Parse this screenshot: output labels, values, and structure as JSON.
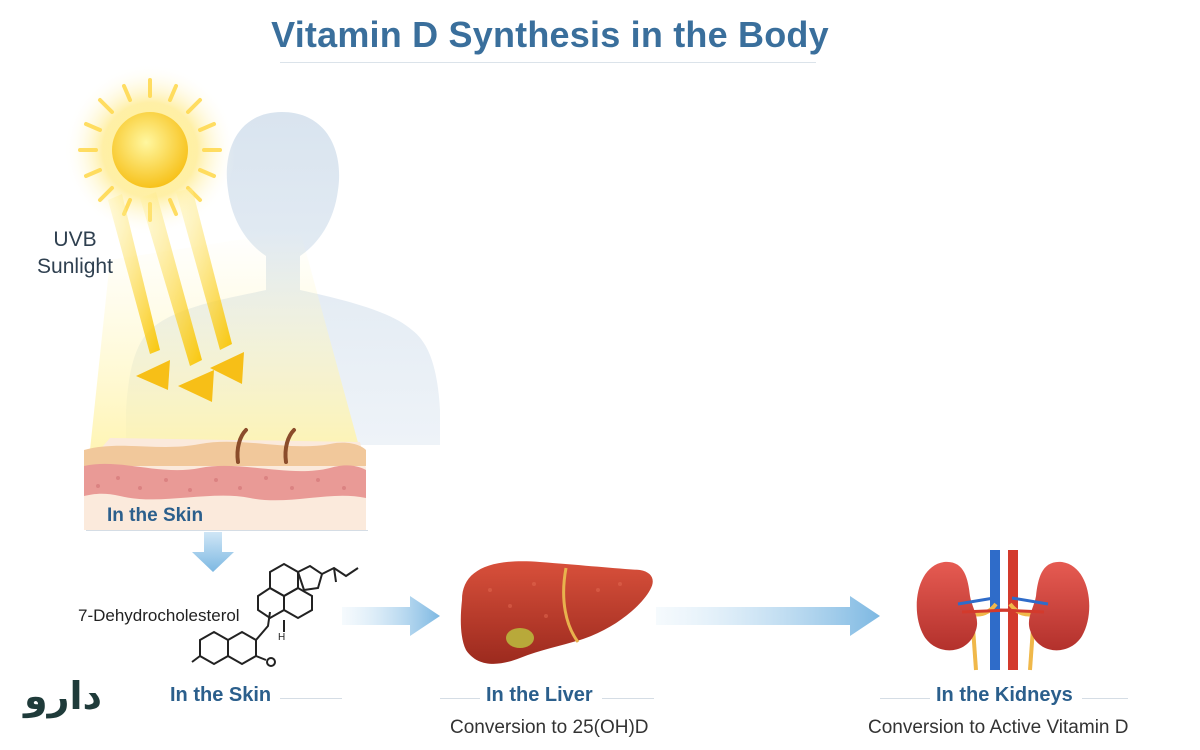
{
  "title": "Vitamin D Synthesis in the Body",
  "sunlight_label": {
    "line1": "UVB",
    "line2": "Sunlight"
  },
  "skin_label_top": "In the Skin",
  "molecule_label": "7-Dehydrocholesterol",
  "stages": [
    {
      "label": "In the Skin",
      "description": ""
    },
    {
      "label": "In the Liver",
      "description": "Conversion to 25(OH)D"
    },
    {
      "label": "In the Kidneys",
      "description": "Conversion to Active Vitamin D"
    }
  ],
  "logo_text": "دارو",
  "colors": {
    "title": "#3a6f9c",
    "label": "#2b5f8c",
    "arrow": "#8ec3e6",
    "sun": "#ffd53a",
    "liver": "#c0392b",
    "kidney": "#d94a43"
  },
  "icons": [
    "sun-icon",
    "body-silhouette",
    "skin-layer",
    "molecule-icon",
    "liver-icon",
    "kidney-icon",
    "flow-arrow-icon"
  ]
}
